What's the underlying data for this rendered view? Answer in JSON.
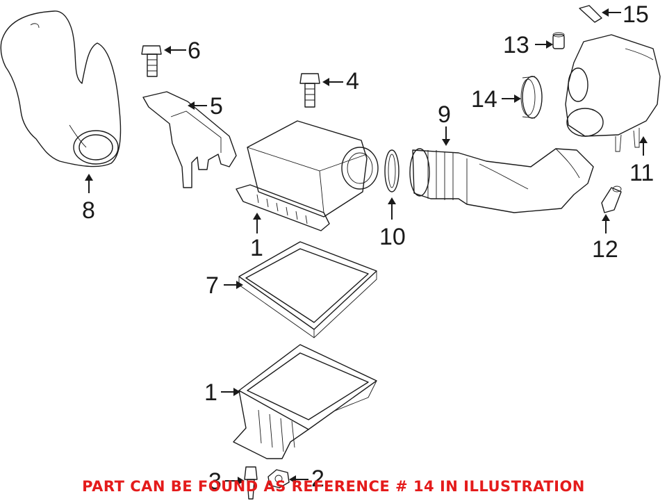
{
  "callouts": {
    "c1_upper": "1",
    "c1_lower": "1",
    "c2": "2",
    "c3": "3",
    "c4": "4",
    "c5": "5",
    "c6": "6",
    "c7": "7",
    "c8": "8",
    "c9": "9",
    "c10": "10",
    "c11": "11",
    "c12": "12",
    "c13": "13",
    "c14": "14",
    "c15": "15"
  },
  "footer_note": "PART CAN BE FOUND AS REFERENCE # 14 IN ILLUSTRATION",
  "colors": {
    "line": "#1a1a1a",
    "note": "#e41b1b",
    "background": "#ffffff"
  }
}
